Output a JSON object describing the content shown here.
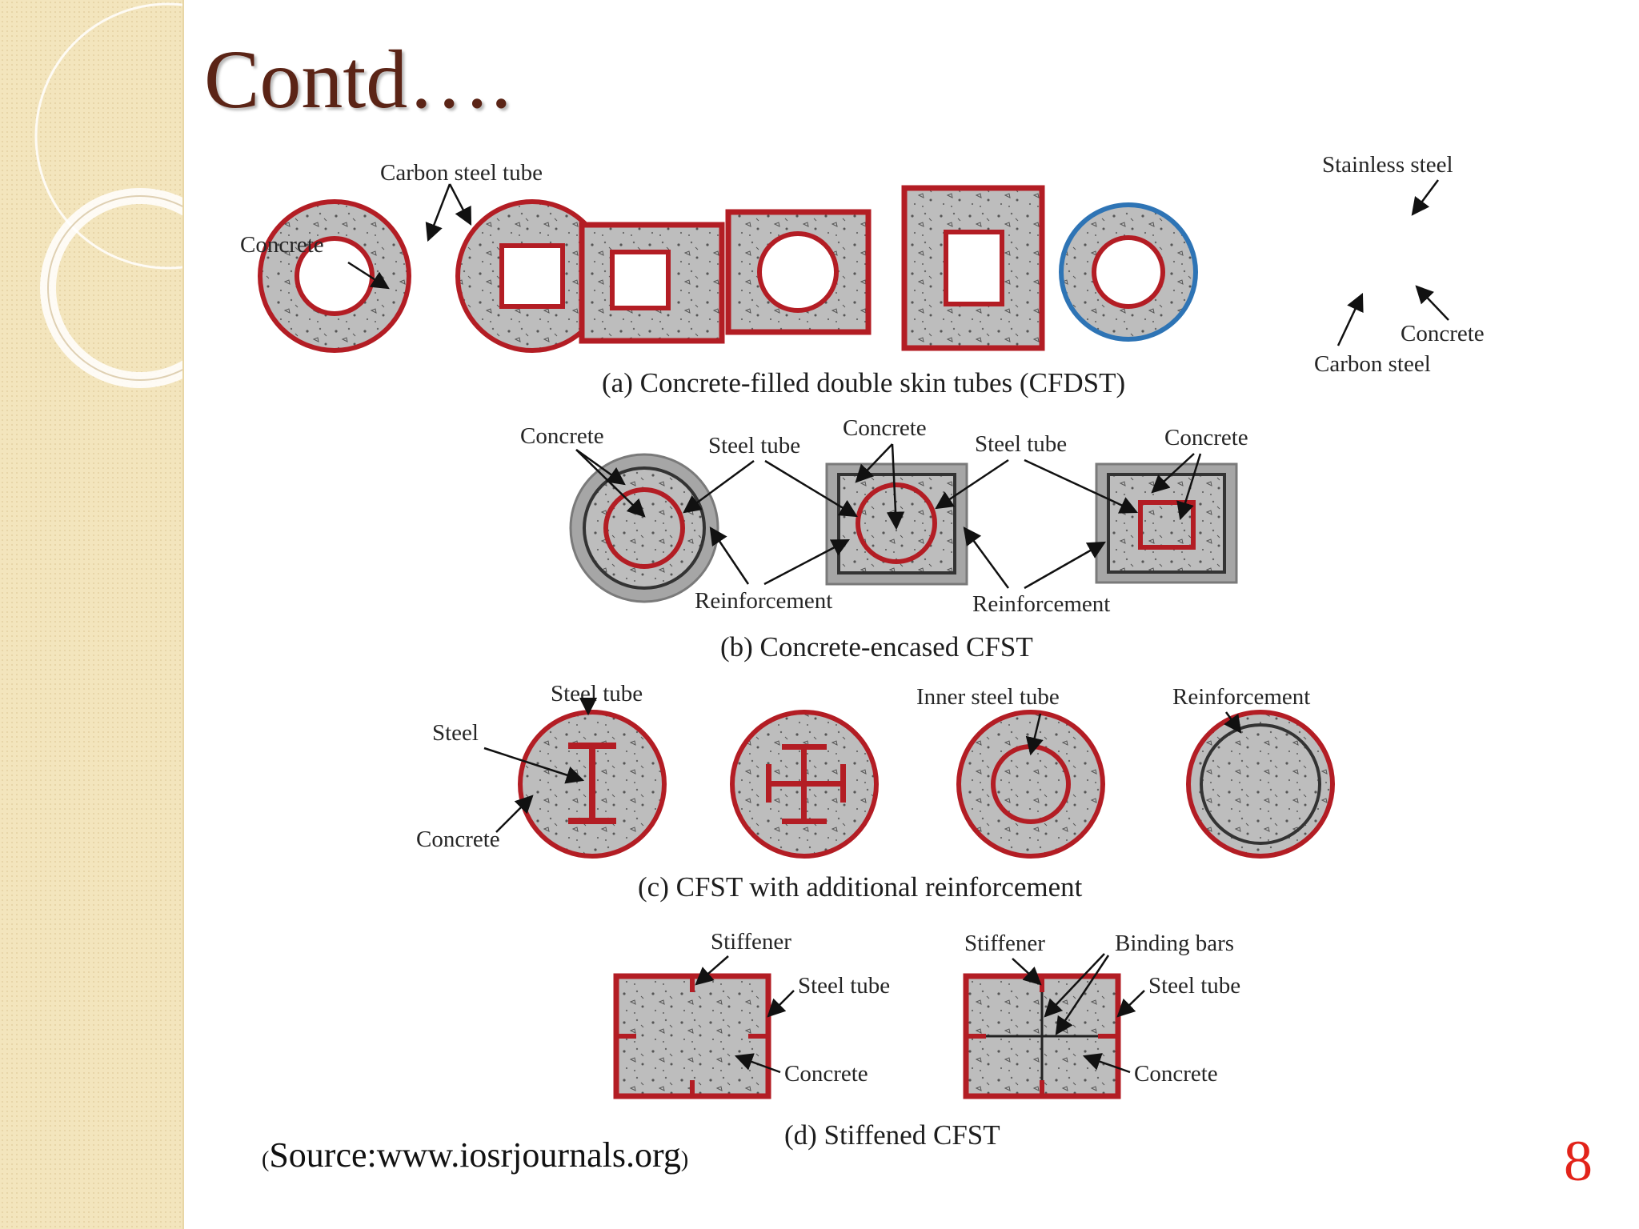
{
  "slide": {
    "title": "Contd….",
    "source_open": "(",
    "source_text": "Source:www.iosrjournals.org",
    "source_close": ")",
    "page_number": "8"
  },
  "figure": {
    "row_a": {
      "caption": "(a) Concrete-filled double skin tubes (CFDST)",
      "labels": {
        "carbon_steel_tube": "Carbon steel tube",
        "concrete_left": "Concrete",
        "stainless_steel": "Stainless steel",
        "concrete_right": "Concrete",
        "carbon_steel": "Carbon steel"
      }
    },
    "row_b": {
      "caption": "(b) Concrete-encased CFST",
      "labels": {
        "concrete_1": "Concrete",
        "steel_tube_1": "Steel tube",
        "concrete_2": "Concrete",
        "steel_tube_2": "Steel tube",
        "concrete_3": "Concrete",
        "reinforcement_1": "Reinforcement",
        "reinforcement_2": "Reinforcement"
      }
    },
    "row_c": {
      "caption": "(c) CFST with additional reinforcement",
      "labels": {
        "steel_tube": "Steel tube",
        "steel": "Steel",
        "concrete": "Concrete",
        "inner_steel_tube": "Inner steel tube",
        "reinforcement": "Reinforcement"
      }
    },
    "row_d": {
      "caption": "(d) Stiffened CFST",
      "labels": {
        "stiffener_1": "Stiffener",
        "steel_tube_1": "Steel tube",
        "concrete_1": "Concrete",
        "stiffener_2": "Stiffener",
        "binding_bars": "Binding bars",
        "steel_tube_2": "Steel tube",
        "concrete_2": "Concrete"
      }
    }
  },
  "colors": {
    "title": "#5b2416",
    "steel_red": "#b31d24",
    "concrete_gray": "#bdbdbd",
    "stainless_blue": "#2e74b5",
    "encasing_gray": "#a6a6a6",
    "page_number": "#e2231a"
  }
}
